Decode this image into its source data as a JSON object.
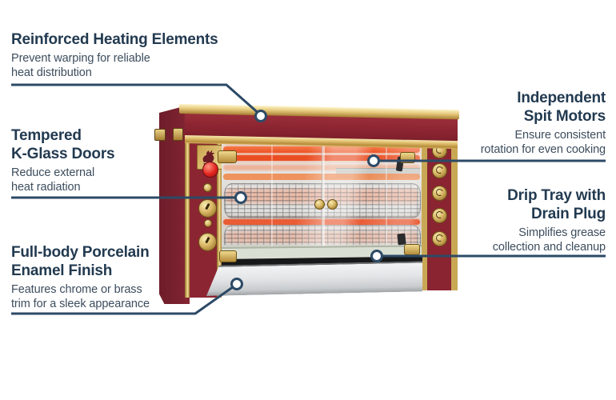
{
  "infographic": {
    "subject": "Commercial rotisserie oven feature diagram"
  },
  "colors": {
    "accent_line": "#2c4a66",
    "title_text": "#223a50",
    "body_text": "#3d4d5e",
    "oven_red": "#8c2531",
    "trim_gold": "#d9b765",
    "heat_orange": "#ee5227",
    "background": "#ffffff"
  },
  "features": [
    {
      "id": "heating-elements",
      "title_lines": [
        "Reinforced Heating Elements"
      ],
      "desc_lines": [
        "Prevent warping for reliable",
        "heat distribution"
      ]
    },
    {
      "id": "glass-doors",
      "title_lines": [
        "Tempered",
        "K-Glass Doors"
      ],
      "desc_lines": [
        "Reduce external",
        "heat radiation"
      ]
    },
    {
      "id": "enamel-finish",
      "title_lines": [
        "Full-body Porcelain",
        "Enamel Finish"
      ],
      "desc_lines": [
        "Features chrome or brass",
        "trim for a sleek appearance"
      ]
    },
    {
      "id": "spit-motors",
      "title_lines": [
        "Independent",
        "Spit Motors"
      ],
      "desc_lines": [
        "Ensure consistent",
        "rotation for even cooking"
      ]
    },
    {
      "id": "drip-tray",
      "title_lines": [
        "Drip Tray with",
        "Drain Plug"
      ],
      "desc_lines": [
        "Simplifies grease",
        "collection and cleanup"
      ]
    }
  ]
}
